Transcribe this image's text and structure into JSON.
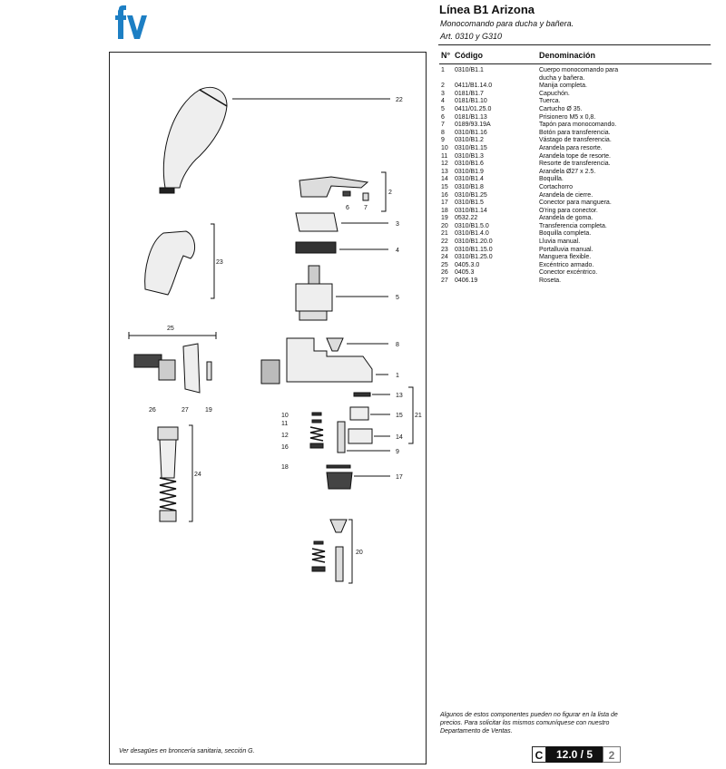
{
  "header": {
    "title": "Línea B1 Arizona",
    "subtitle": "Monocomando para ducha y bañera.",
    "article": "Art. 0310 y G310"
  },
  "table": {
    "col_num": "N°",
    "col_code": "Código",
    "col_desc": "Denominación",
    "rows": [
      {
        "n": "1",
        "code": "0310/B1.1",
        "desc": "Cuerpo monocomando para ducha y bañera."
      },
      {
        "n": "2",
        "code": "0411/B1.14.0",
        "desc": "Manija completa."
      },
      {
        "n": "3",
        "code": "0181/B1.7",
        "desc": "Capuchón."
      },
      {
        "n": "4",
        "code": "0181/B1.10",
        "desc": "Tuerca."
      },
      {
        "n": "5",
        "code": "0411/01.25.0",
        "desc": "Cartucho Ø 35."
      },
      {
        "n": "6",
        "code": "0181/B1.13",
        "desc": "Prisionero M5 x 0,8."
      },
      {
        "n": "7",
        "code": "0189/93.19A",
        "desc": "Tapón para monocomando."
      },
      {
        "n": "8",
        "code": "0310/B1.16",
        "desc": "Botón para transferencia."
      },
      {
        "n": "9",
        "code": "0310/B1.2",
        "desc": "Vástago de transferencia."
      },
      {
        "n": "10",
        "code": "0310/B1.15",
        "desc": "Arandela para resorte."
      },
      {
        "n": "11",
        "code": "0310/B1.3",
        "desc": "Arandela tope de resorte."
      },
      {
        "n": "12",
        "code": "0310/B1.6",
        "desc": "Resorte de transferencia."
      },
      {
        "n": "13",
        "code": "0310/B1.9",
        "desc": "Arandela Ø27 x 2.5."
      },
      {
        "n": "14",
        "code": "0310/B1.4",
        "desc": "Boquilla."
      },
      {
        "n": "15",
        "code": "0310/B1.8",
        "desc": "Cortachorro"
      },
      {
        "n": "16",
        "code": "0310/B1.25",
        "desc": "Arandela de cierre."
      },
      {
        "n": "17",
        "code": "0310/B1.5",
        "desc": "Conector para manguera."
      },
      {
        "n": "18",
        "code": "0310/B1.14",
        "desc": "O'ring para conector."
      },
      {
        "n": "19",
        "code": "0532.22",
        "desc": "Arandela de goma."
      },
      {
        "n": "20",
        "code": "0310/B1.5.0",
        "desc": "Transferencia completa."
      },
      {
        "n": "21",
        "code": "0310/B1.4.0",
        "desc": "Boquilla completa."
      },
      {
        "n": "22",
        "code": "0310/B1.20.0",
        "desc": "Lluvia manual."
      },
      {
        "n": "23",
        "code": "0310/B1.15.0",
        "desc": "Portalluvia manual."
      },
      {
        "n": "24",
        "code": "0310/B1.25.0",
        "desc": "Manguera flexible."
      },
      {
        "n": "25",
        "code": "0405.3.0",
        "desc": "Excéntrico armado."
      },
      {
        "n": "26",
        "code": "0405.3",
        "desc": "Conector excéntrico."
      },
      {
        "n": "27",
        "code": "0406.19",
        "desc": "Roseta."
      }
    ]
  },
  "callouts": {
    "c1": "1",
    "c2": "2",
    "c3": "3",
    "c4": "4",
    "c5": "5",
    "c6": "6",
    "c7": "7",
    "c8": "8",
    "c9": "9",
    "c10": "10",
    "c11": "11",
    "c12": "12",
    "c13": "13",
    "c14": "14",
    "c15": "15",
    "c16": "16",
    "c17": "17",
    "c18": "18",
    "c19": "19",
    "c20": "20",
    "c21": "21",
    "c22": "22",
    "c23": "23",
    "c24": "24",
    "c25": "25",
    "c26": "26",
    "c27": "27"
  },
  "note": "Algunos de estos componentes pueden no figurar en la lista de precios. Para solicitar los mismos comuníquese con nuestro Departamento de Ventas.",
  "footnote": "Ver desagües en broncería sanitaria, sección G.",
  "page_indicator": {
    "letter": "C",
    "number": "12.0 / 5",
    "sheet": "2"
  },
  "colors": {
    "logo_blue": "#1d7fc4",
    "ink": "#111111"
  }
}
